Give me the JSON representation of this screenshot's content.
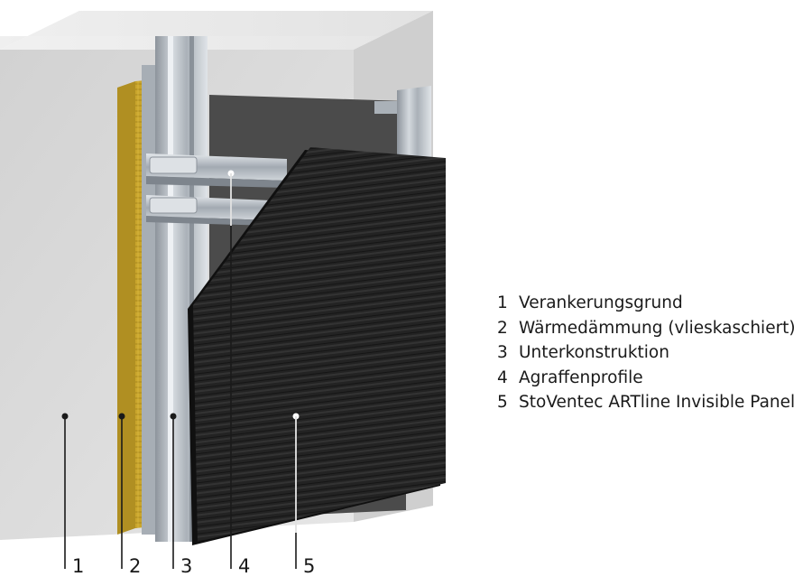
{
  "diagram": {
    "callouts": [
      {
        "number": "1"
      },
      {
        "number": "2"
      },
      {
        "number": "3"
      },
      {
        "number": "4"
      },
      {
        "number": "5"
      }
    ]
  },
  "legend": {
    "items": [
      {
        "number": "1",
        "label": "Verankerungsgrund"
      },
      {
        "number": "2",
        "label": "Wärmedämmung (vlieskaschiert)"
      },
      {
        "number": "3",
        "label": "Unterkonstruktion"
      },
      {
        "number": "4",
        "label": "Agraffenprofile"
      },
      {
        "number": "5",
        "label": "StoVentec ARTline Invisible Panel"
      }
    ]
  },
  "colors": {
    "wall": "#dcdcdc",
    "insulation": "#c9a52c",
    "aluminium": "#b9bfc6",
    "panel": "#222222",
    "backing_board": "#4a4a4a"
  }
}
